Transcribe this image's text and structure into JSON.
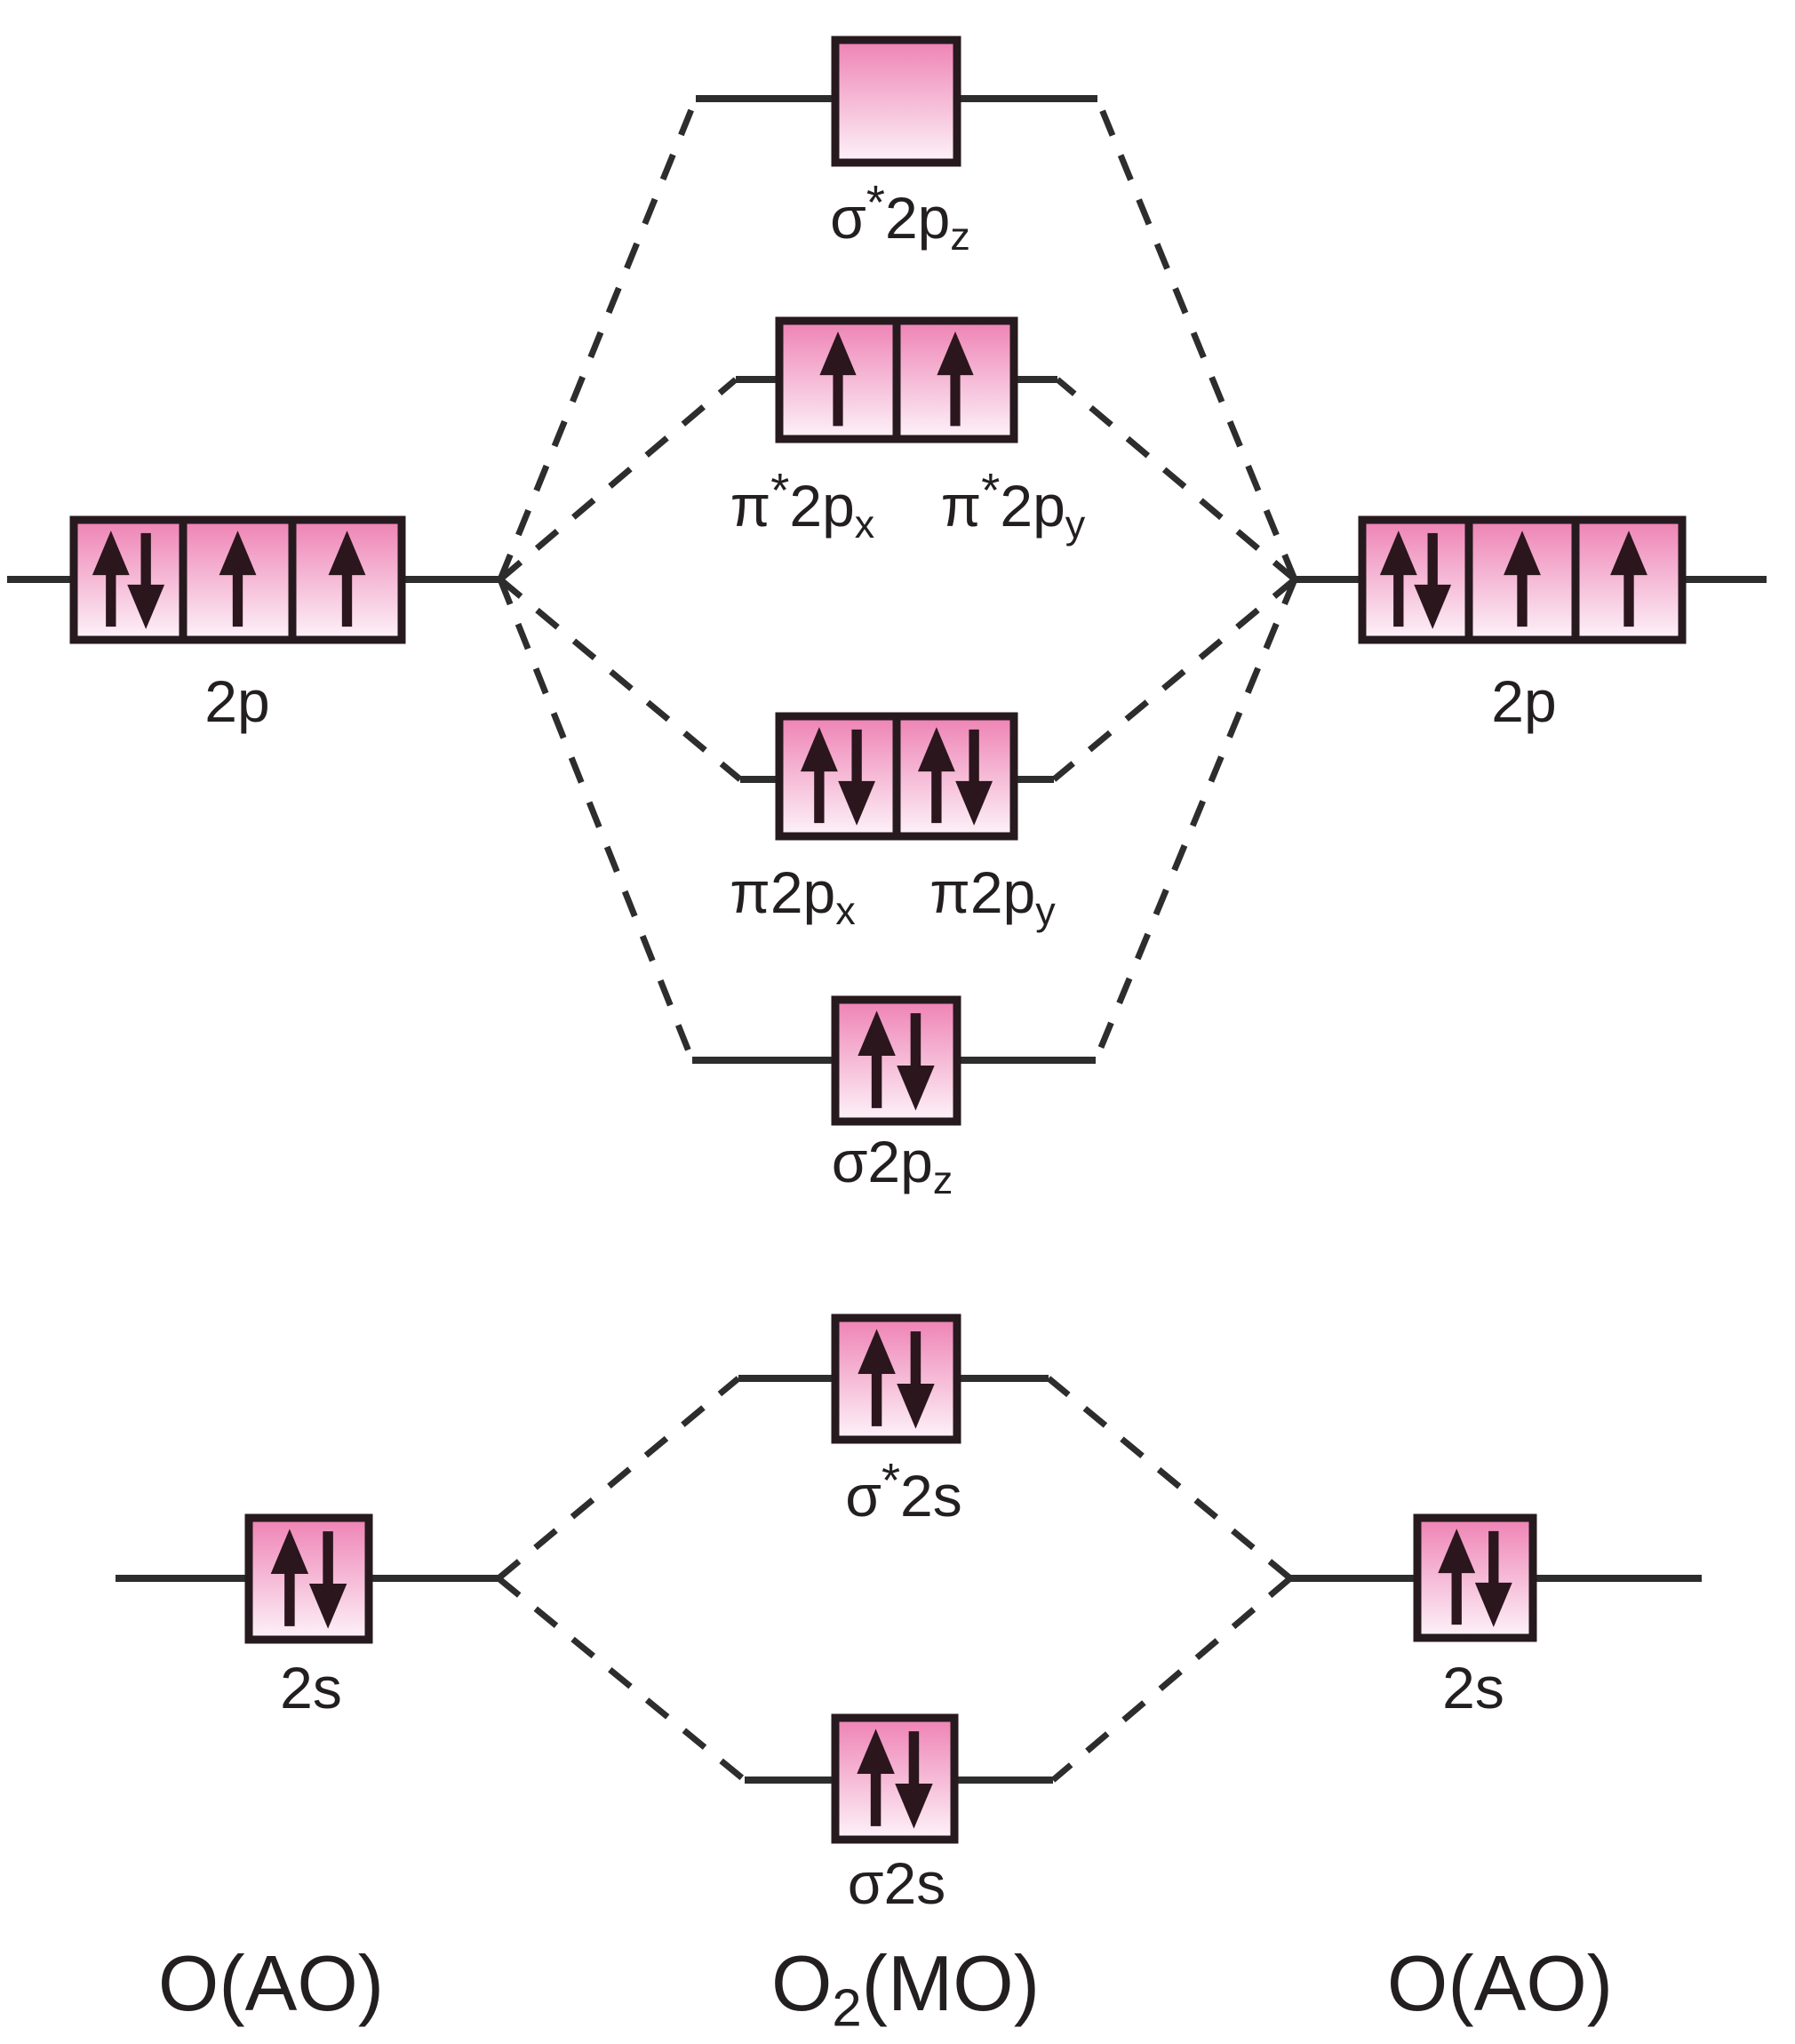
{
  "diagram": {
    "kind": "molecular-orbital-energy-diagram",
    "molecule": "O2",
    "columns": [
      {
        "id": "left-atom",
        "label_text": "O(AO)",
        "parts": [
          {
            "t": "O(AO)"
          }
        ]
      },
      {
        "id": "molecule",
        "label_text": "O2(MO)",
        "parts": [
          {
            "t": "O"
          },
          {
            "t": "2",
            "sub": true
          },
          {
            "t": "(MO)"
          }
        ]
      },
      {
        "id": "right-atom",
        "label_text": "O(AO)",
        "parts": [
          {
            "t": "O(AO)"
          }
        ]
      }
    ],
    "levels": [
      {
        "id": "sigma-star-2pz",
        "type": "molecular-orbital",
        "antibonding": true,
        "electrons": [
          "empty"
        ],
        "labels": [
          {
            "text": "σ*2pz",
            "parts": [
              {
                "t": "σ"
              },
              {
                "t": "*",
                "sup": true
              },
              {
                "t": "2p"
              },
              {
                "t": "z",
                "sub": true
              }
            ]
          }
        ]
      },
      {
        "id": "pi-star-2p",
        "type": "molecular-orbital",
        "antibonding": true,
        "electrons": [
          "up",
          "up"
        ],
        "labels": [
          {
            "text": "π*2px",
            "parts": [
              {
                "t": "π"
              },
              {
                "t": "*",
                "sup": true
              },
              {
                "t": "2p"
              },
              {
                "t": "x",
                "sub": true
              }
            ]
          },
          {
            "text": "π*2py",
            "parts": [
              {
                "t": "π"
              },
              {
                "t": "*",
                "sup": true
              },
              {
                "t": "2p"
              },
              {
                "t": "y",
                "sub": true
              }
            ]
          }
        ]
      },
      {
        "id": "left-2p",
        "type": "atomic-orbital",
        "electrons": [
          "paired",
          "up",
          "up"
        ],
        "labels": [
          {
            "text": "2p",
            "parts": [
              {
                "t": "2p"
              }
            ]
          }
        ]
      },
      {
        "id": "right-2p",
        "type": "atomic-orbital",
        "electrons": [
          "paired",
          "up",
          "up"
        ],
        "labels": [
          {
            "text": "2p",
            "parts": [
              {
                "t": "2p"
              }
            ]
          }
        ]
      },
      {
        "id": "pi-2p",
        "type": "molecular-orbital",
        "antibonding": false,
        "electrons": [
          "paired",
          "paired"
        ],
        "labels": [
          {
            "text": "π2px",
            "parts": [
              {
                "t": "π"
              },
              {
                "t": "2p"
              },
              {
                "t": "x",
                "sub": true
              }
            ]
          },
          {
            "text": "π2py",
            "parts": [
              {
                "t": "π"
              },
              {
                "t": "2p"
              },
              {
                "t": "y",
                "sub": true
              }
            ]
          }
        ]
      },
      {
        "id": "sigma-2pz",
        "type": "molecular-orbital",
        "antibonding": false,
        "electrons": [
          "paired"
        ],
        "labels": [
          {
            "text": "σ2pz",
            "parts": [
              {
                "t": "σ"
              },
              {
                "t": "2p"
              },
              {
                "t": "z",
                "sub": true
              }
            ]
          }
        ]
      },
      {
        "id": "sigma-star-2s",
        "type": "molecular-orbital",
        "antibonding": true,
        "electrons": [
          "paired"
        ],
        "labels": [
          {
            "text": "σ*2s",
            "parts": [
              {
                "t": "σ"
              },
              {
                "t": "*",
                "sup": true
              },
              {
                "t": "2s"
              }
            ]
          }
        ]
      },
      {
        "id": "left-2s",
        "type": "atomic-orbital",
        "electrons": [
          "paired"
        ],
        "labels": [
          {
            "text": "2s",
            "parts": [
              {
                "t": "2s"
              }
            ]
          }
        ]
      },
      {
        "id": "right-2s",
        "type": "atomic-orbital",
        "electrons": [
          "paired"
        ],
        "labels": [
          {
            "text": "2s",
            "parts": [
              {
                "t": "2s"
              }
            ]
          }
        ]
      },
      {
        "id": "sigma-2s",
        "type": "molecular-orbital",
        "antibonding": false,
        "electrons": [
          "paired"
        ],
        "labels": [
          {
            "text": "σ2s",
            "parts": [
              {
                "t": "σ"
              },
              {
                "t": "2s"
              }
            ]
          }
        ]
      }
    ],
    "connections": [
      {
        "from": "left-2p",
        "to": "sigma-star-2pz"
      },
      {
        "from": "left-2p",
        "to": "pi-star-2p"
      },
      {
        "from": "left-2p",
        "to": "pi-2p"
      },
      {
        "from": "left-2p",
        "to": "sigma-2pz"
      },
      {
        "from": "right-2p",
        "to": "sigma-star-2pz"
      },
      {
        "from": "right-2p",
        "to": "pi-star-2p"
      },
      {
        "from": "right-2p",
        "to": "pi-2p"
      },
      {
        "from": "right-2p",
        "to": "sigma-2pz"
      },
      {
        "from": "left-2s",
        "to": "sigma-star-2s"
      },
      {
        "from": "left-2s",
        "to": "sigma-2s"
      },
      {
        "from": "right-2s",
        "to": "sigma-star-2s"
      },
      {
        "from": "right-2s",
        "to": "sigma-2s"
      }
    ]
  },
  "colors": {
    "background": "#ffffff",
    "box_border": "#271a1e",
    "box_gradient_top": "#ee82b4",
    "box_gradient_bottom": "#fdf3f9",
    "level_line": "#2d2d2d",
    "dashed_line": "#2d2d2d",
    "arrow": "#2a161c",
    "text": "#231f20"
  }
}
